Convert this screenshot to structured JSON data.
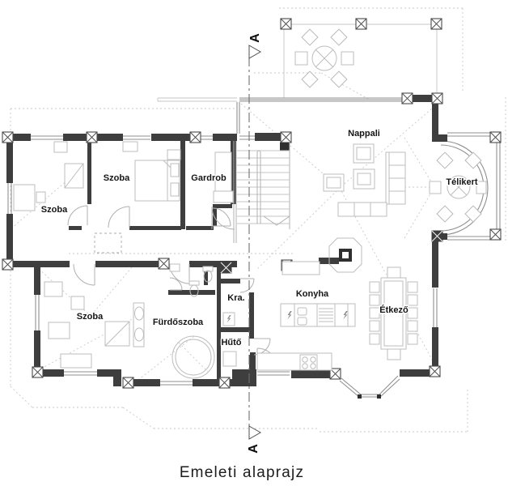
{
  "title": "Emeleti alaprajz",
  "section": {
    "letter": "A"
  },
  "rooms": {
    "szoba_left": "Szoba",
    "szoba_mid": "Szoba",
    "gardrob": "Gardrob",
    "nappali": "Nappali",
    "telikert": "Télikert",
    "szoba_lower": "Szoba",
    "furdoszoba": "Fürdőszoba",
    "kamra": "Kra.",
    "huto": "Hűtő",
    "konyha": "Konyha",
    "etkezo": "Étkező"
  },
  "colors": {
    "wall": "#3e3e3e",
    "line": "#b0b0b0",
    "dotted": "#c9c9c9",
    "label": "#151515",
    "background": "#ffffff"
  }
}
